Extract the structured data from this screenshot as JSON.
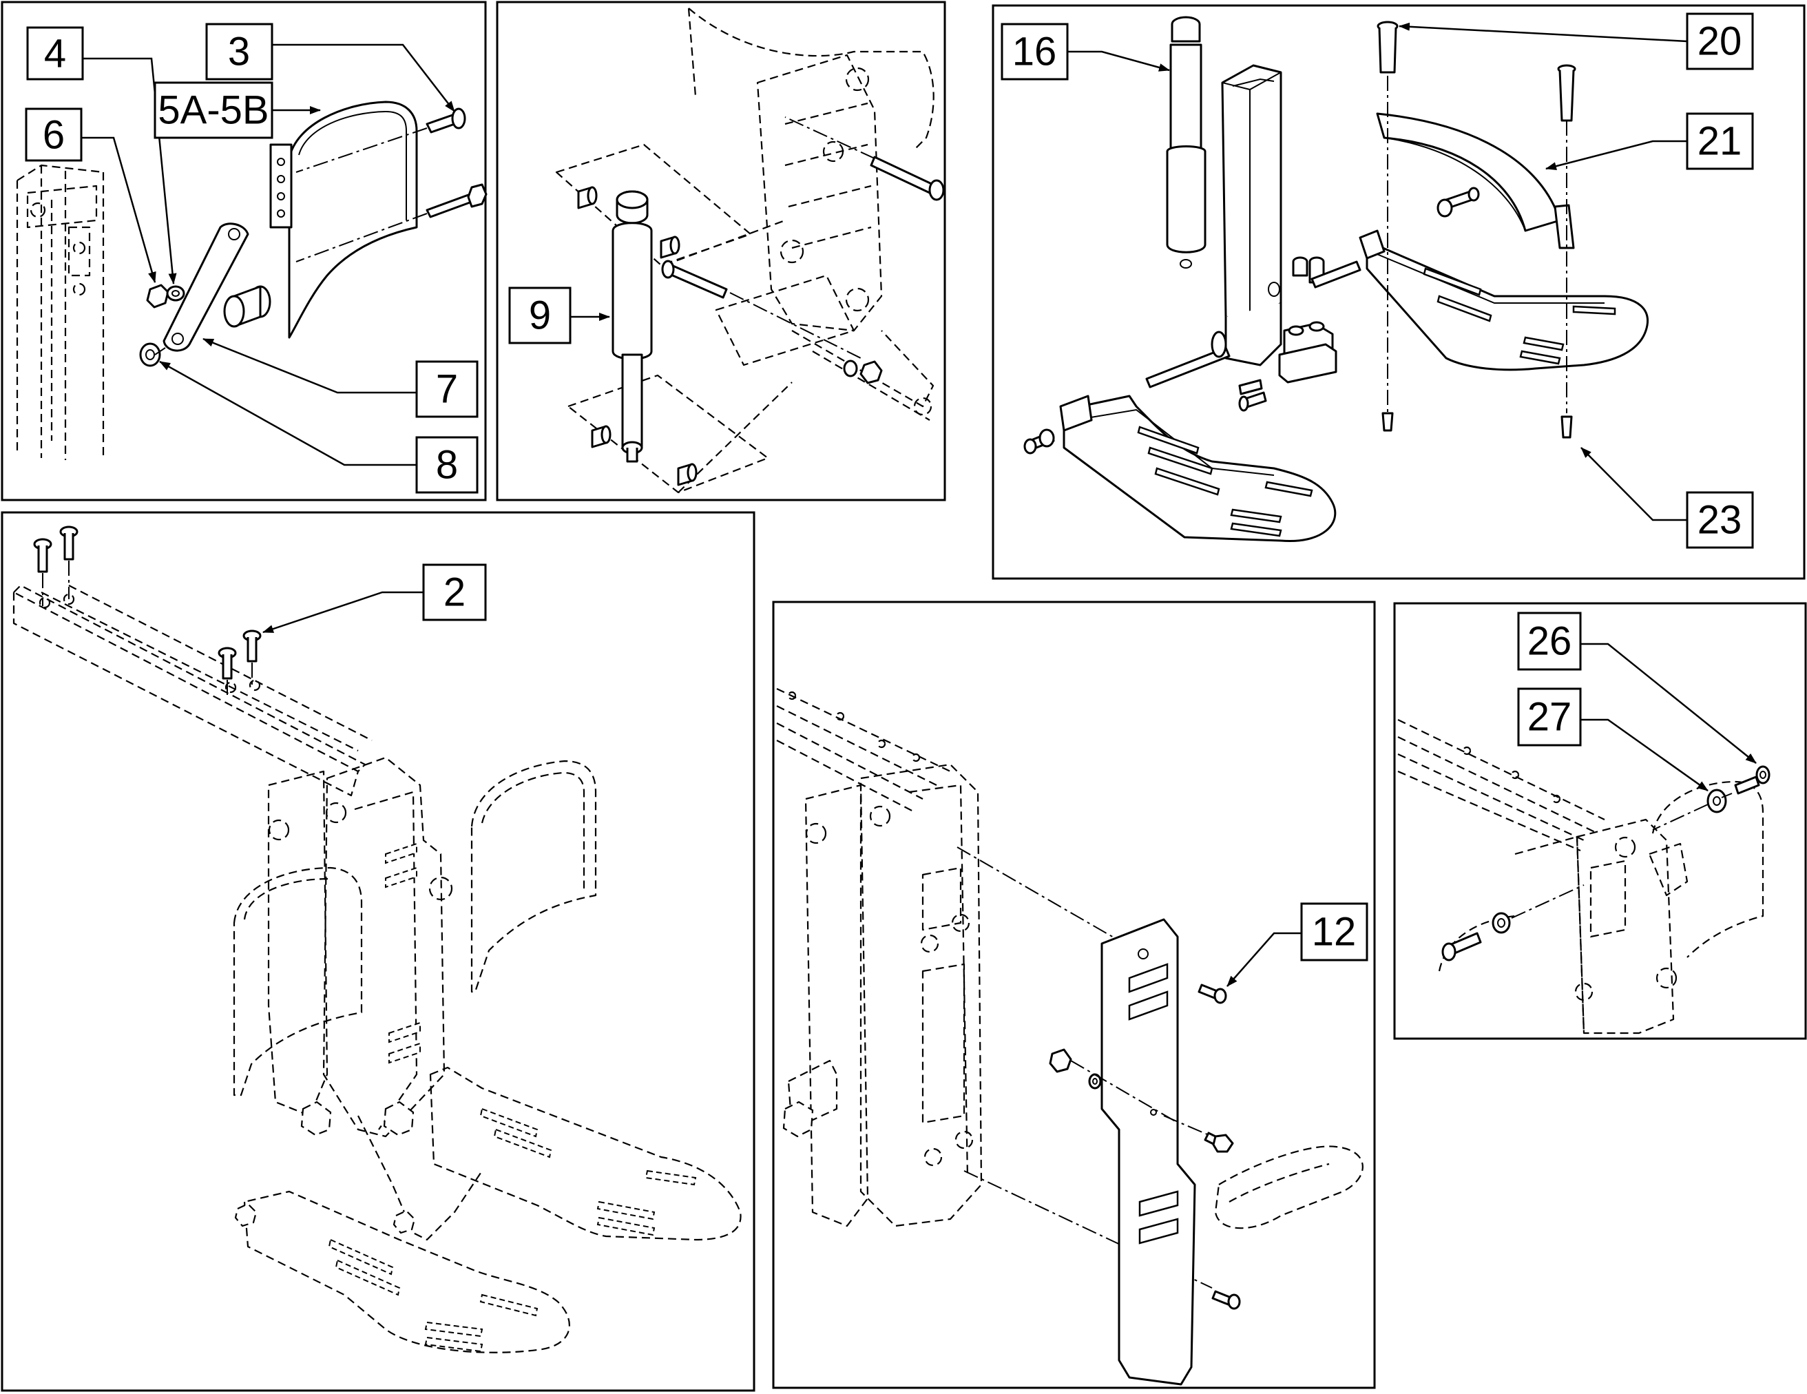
{
  "callouts": {
    "p1": [
      "3",
      "4",
      "5A-5B",
      "6",
      "7",
      "8"
    ],
    "p2": [
      "9"
    ],
    "p3": [
      "16",
      "20",
      "21",
      "23"
    ],
    "p4": [
      "2"
    ],
    "p5": [
      "12"
    ],
    "p6": [
      "26",
      "27"
    ]
  }
}
